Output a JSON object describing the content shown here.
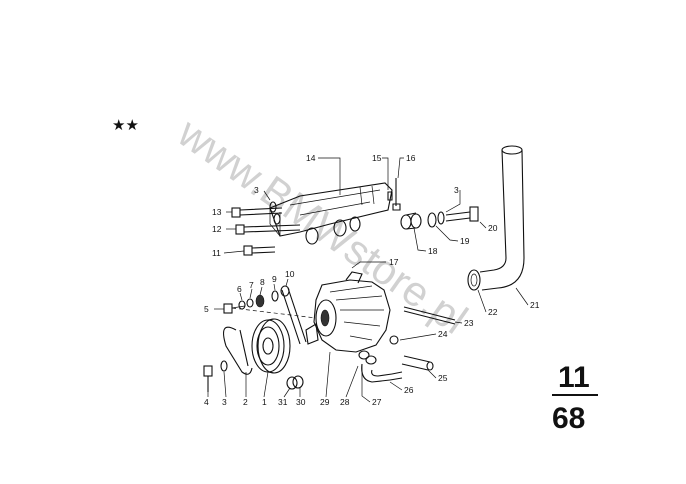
{
  "diagram": {
    "marker": "★★",
    "watermark": "www.BMWstore.pl",
    "page_number": {
      "top": "11",
      "bottom": "68"
    },
    "callouts": [
      "1",
      "2",
      "3",
      "4",
      "5",
      "6",
      "7",
      "8",
      "9",
      "10",
      "11",
      "12",
      "13",
      "14",
      "15",
      "16",
      "17",
      "18",
      "19",
      "20",
      "21",
      "22",
      "23",
      "24",
      "25",
      "26",
      "27",
      "28",
      "29",
      "30",
      "31"
    ],
    "callout_3_repeats": [
      "3",
      "3",
      "3"
    ]
  }
}
